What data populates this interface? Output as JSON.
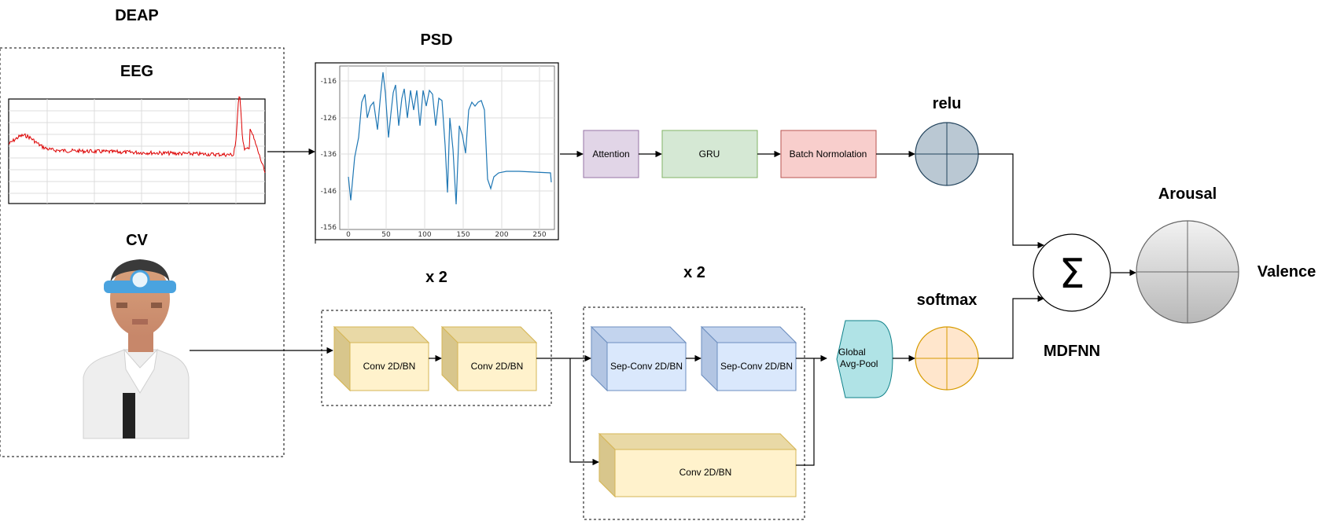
{
  "labels": {
    "deap": "DEAP",
    "eeg": "EEG",
    "psd": "PSD",
    "cv": "CV",
    "repeat_1": "x 2",
    "repeat_2": "x 2",
    "relu": "relu",
    "softmax": "softmax",
    "arousal": "Arousal",
    "valence": "Valence",
    "mdfnn": "MDFNN",
    "sum_symbol": "Σ"
  },
  "blocks": {
    "attention": "Attention",
    "gru": "GRU",
    "batch_norm": "Batch Normolation",
    "conv_1": "Conv 2D/BN",
    "conv_2": "Conv 2D/BN",
    "sepconv_1": "Sep-Conv 2D/BN",
    "sepconv_2": "Sep-Conv 2D/BN",
    "conv_residual": "Conv 2D/BN",
    "global_pool_line1": "Global",
    "global_pool_line2": "Avg-Pool"
  },
  "psd_axis": {
    "y_ticks": [
      "-116",
      "-126",
      "-136",
      "-146",
      "-156"
    ],
    "x_ticks": [
      "0",
      "50",
      "100",
      "150",
      "200",
      "250"
    ]
  },
  "colors": {
    "attention": "#e1d5e7",
    "gru": "#d5e8d4",
    "batch_norm": "#f8cecc",
    "conv": "#fff2cc",
    "sepconv": "#dae8fc",
    "global_pool": "#b0e3e6",
    "relu": "#bac8d3",
    "softmax": "#ffe6cc",
    "psd_line": "#1f77b4",
    "eeg_line": "#dd0000"
  }
}
